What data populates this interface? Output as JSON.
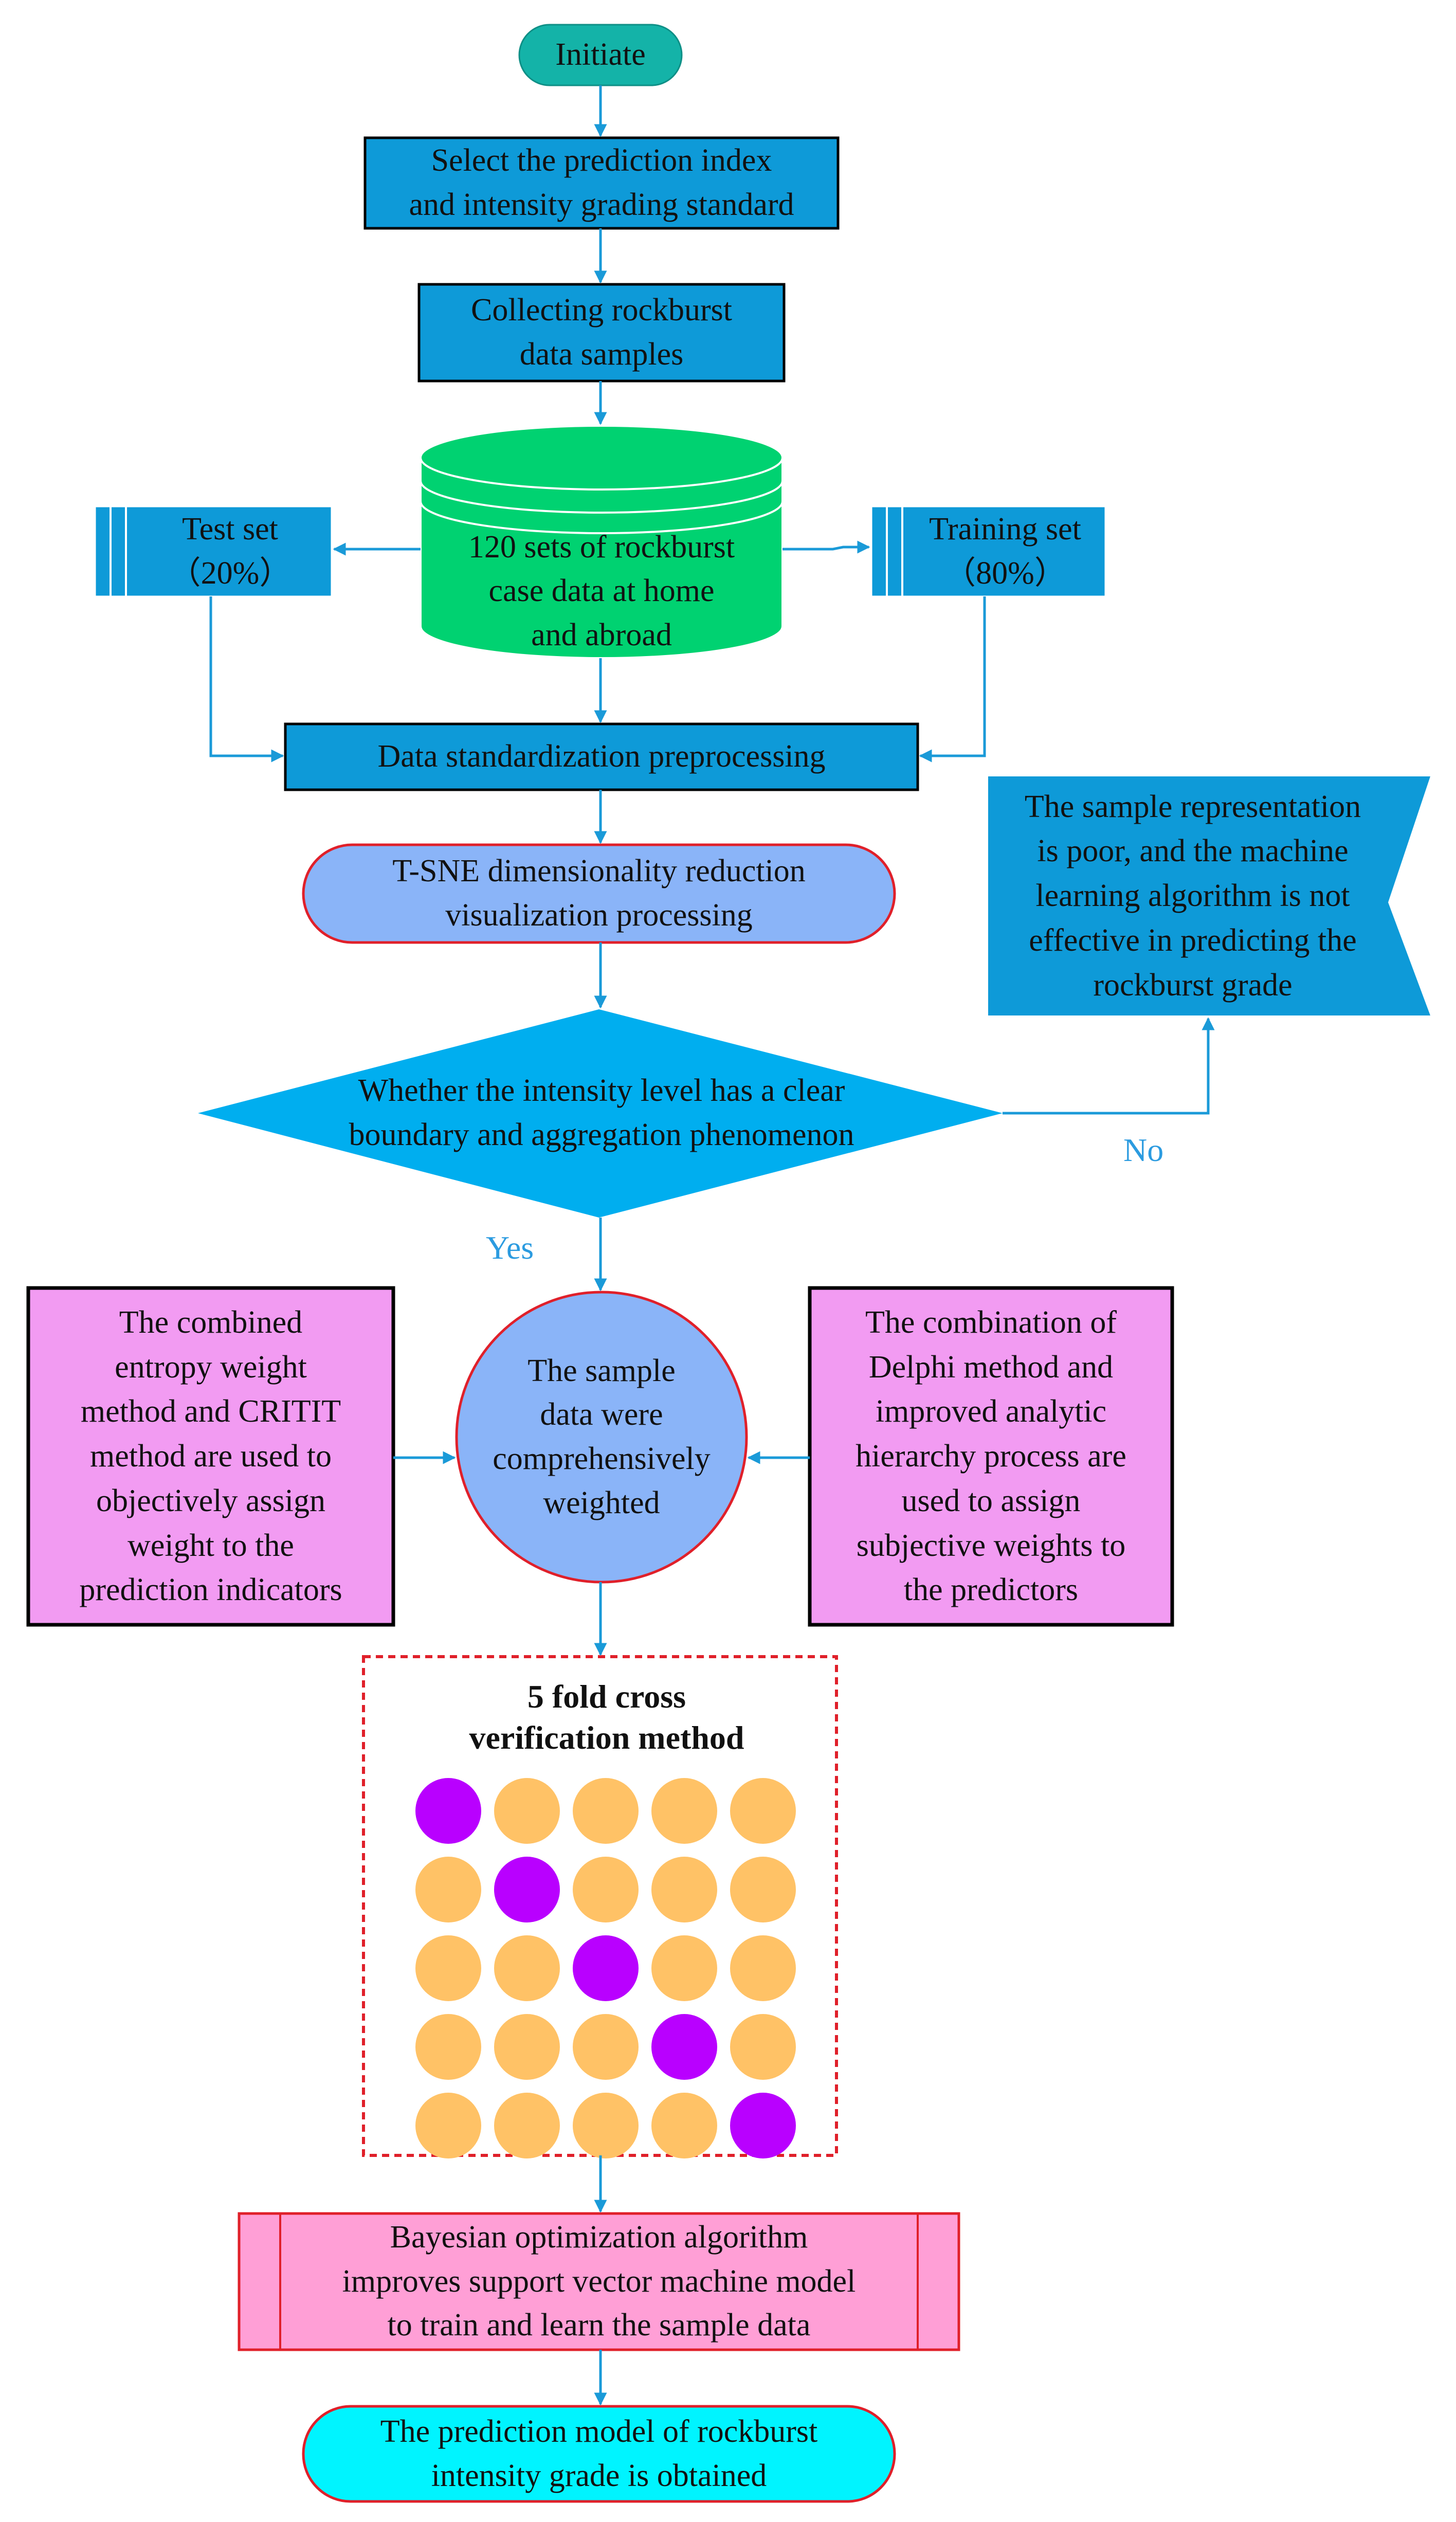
{
  "nodes": {
    "initiate": "Initiate",
    "select_index": "Select the prediction index\nand intensity grading standard",
    "collect": "Collecting rockburst\ndata samples",
    "dataset": "120 sets of rockburst\ncase data at home\nand abroad",
    "test_set": "Test set\n（20%）",
    "training_set": "Training set\n（80%）",
    "standardize": "Data standardization preprocessing",
    "tsne": "T-SNE dimensionality reduction\nvisualization processing",
    "decision": "Whether the intensity level has a clear\nboundary and aggregation phenomenon",
    "poor_sample": "The sample representation\nis poor, and the machine\nlearning algorithm is not\neffective in predicting the\nrockburst grade",
    "objective_weight": "The combined\nentropy weight\nmethod and CRITIT\nmethod are used to\nobjectively assign\nweight to the\nprediction indicators",
    "weighted": "The sample\ndata were\ncomprehensively\nweighted",
    "subjective_weight": "The combination of\nDelphi method and\nimproved analytic\nhierarchy process are\nused to assign\nsubjective weights to\nthe predictors",
    "cross_validation": "5 fold cross\nverification method",
    "bayes_svm": "Bayesian optimization algorithm\nimproves support vector machine model\nto train and learn the sample data",
    "result": "The prediction model of rockburst\nintensity grade is obtained"
  },
  "edge_labels": {
    "yes": "Yes",
    "no": "No"
  },
  "cross_validation_grid": {
    "rows": 5,
    "cols": 5,
    "highlight": "diagonal"
  },
  "colors": {
    "teal": "#14b3a8",
    "blue_box": "#0e9ad8",
    "green_db": "#00d271",
    "lavender": "#8ab4f8",
    "diamond": "#00aeef",
    "pink_box": "#f29bf2",
    "svm_box": "#ff9fd6",
    "cyan_end": "#00f4ff",
    "arrow": "#1a9ad8",
    "fold_test": "#b900ff",
    "fold_train": "#ffc266",
    "red_border": "#e0202a"
  }
}
